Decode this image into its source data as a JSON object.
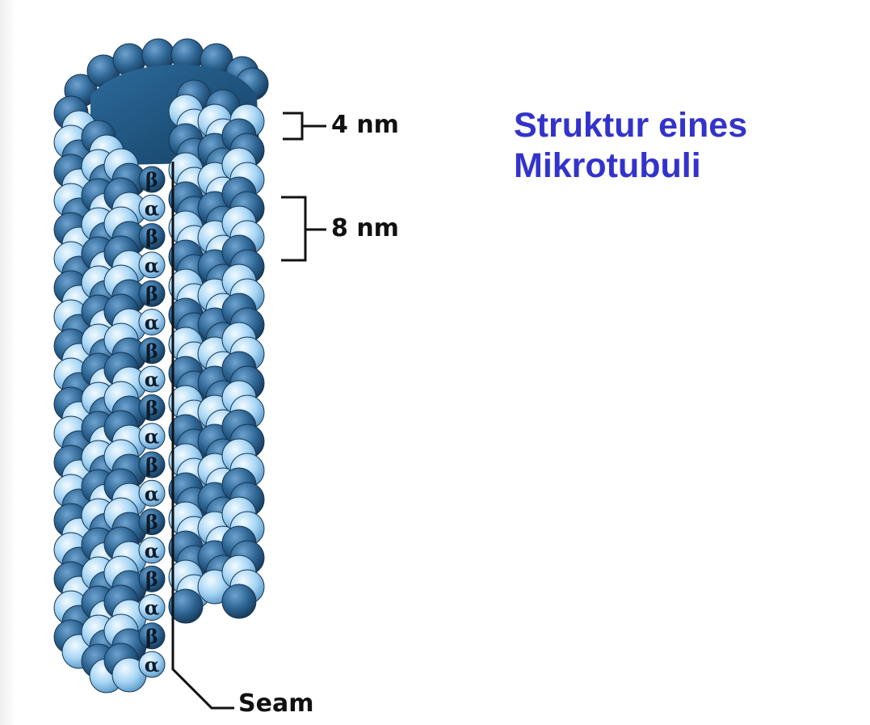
{
  "title": {
    "line1": "Struktur eines",
    "line2": "Mikrotubuli"
  },
  "dimensions": {
    "small": "4 nm",
    "large": "8 nm"
  },
  "seam_label": "Seam",
  "seam_subunits": [
    "β",
    "α",
    "β",
    "α",
    "β",
    "α",
    "β",
    "α",
    "β",
    "α",
    "β",
    "α",
    "β",
    "α",
    "β",
    "α",
    "β",
    "α"
  ],
  "colors": {
    "title": "#3333cc",
    "beta_tubulin": "#2f6795",
    "alpha_tubulin": "#9fd3f5",
    "lumen": "#1c4f78",
    "labels": "#111111"
  },
  "icons": [
    "microtubule-illustration",
    "dimension-bracket",
    "seam-leader-line"
  ]
}
